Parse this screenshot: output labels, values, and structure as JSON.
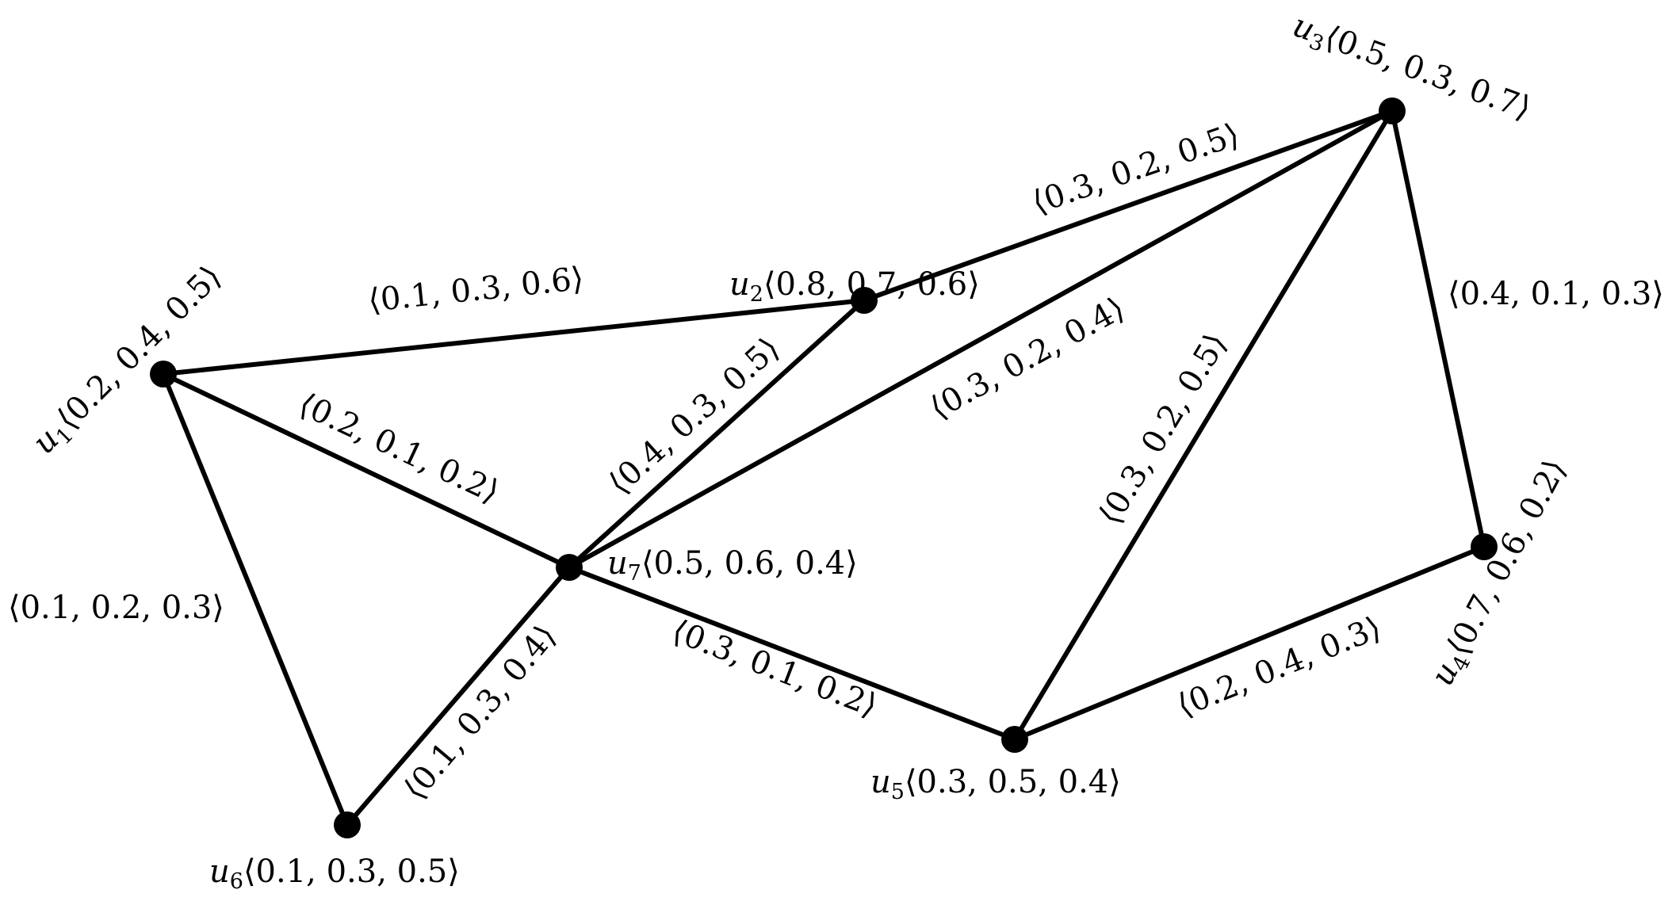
{
  "nodes": [
    {
      "id": "u1",
      "name": "u",
      "sub": "1",
      "value": "⟨0.2, 0.4, 0.5⟩"
    },
    {
      "id": "u2",
      "name": "u",
      "sub": "2",
      "value": "⟨0.8, 0.7, 0.6⟩"
    },
    {
      "id": "u3",
      "name": "u",
      "sub": "3",
      "value": "⟨0.5, 0.3, 0.7⟩"
    },
    {
      "id": "u4",
      "name": "u",
      "sub": "4",
      "value": "⟨0.7, 0.6, 0.2⟩"
    },
    {
      "id": "u5",
      "name": "u",
      "sub": "5",
      "value": "⟨0.3, 0.5, 0.4⟩"
    },
    {
      "id": "u6",
      "name": "u",
      "sub": "6",
      "value": "⟨0.1, 0.3, 0.5⟩"
    },
    {
      "id": "u7",
      "name": "u",
      "sub": "7",
      "value": "⟨0.5, 0.6, 0.4⟩"
    }
  ],
  "edges": [
    {
      "from": "u1",
      "to": "u2",
      "value": "⟨0.1, 0.3, 0.6⟩"
    },
    {
      "from": "u2",
      "to": "u3",
      "value": "⟨0.3, 0.2, 0.5⟩"
    },
    {
      "from": "u3",
      "to": "u7",
      "value": "⟨0.3, 0.2, 0.4⟩"
    },
    {
      "from": "u3",
      "to": "u5",
      "value": "⟨0.3, 0.2, 0.5⟩"
    },
    {
      "from": "u3",
      "to": "u4",
      "value": "⟨0.4, 0.1, 0.3⟩"
    },
    {
      "from": "u1",
      "to": "u7",
      "value": "⟨0.2, 0.1, 0.2⟩"
    },
    {
      "from": "u2",
      "to": "u7",
      "value": "⟨0.4, 0.3, 0.5⟩"
    },
    {
      "from": "u1",
      "to": "u6",
      "value": "⟨0.1, 0.2, 0.3⟩"
    },
    {
      "from": "u7",
      "to": "u6",
      "value": "⟨0.1, 0.3, 0.4⟩"
    },
    {
      "from": "u7",
      "to": "u5",
      "value": "⟨0.3, 0.1, 0.2⟩"
    },
    {
      "from": "u5",
      "to": "u4",
      "value": "⟨0.2, 0.4, 0.3⟩"
    }
  ]
}
